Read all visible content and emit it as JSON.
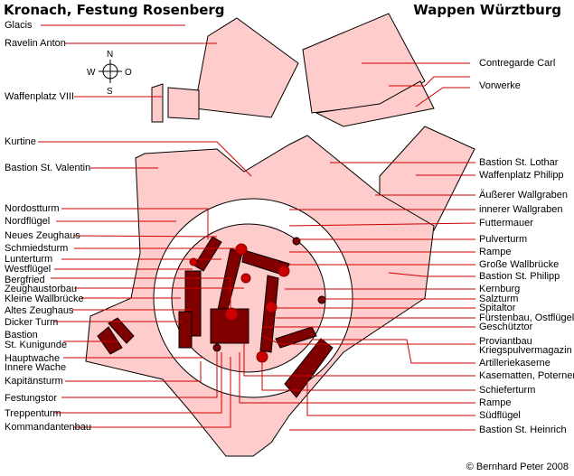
{
  "title_left": "Kronach, Festung Rosenberg",
  "title_right": "Wappen Würztburg",
  "copyright": "© Bernhard Peter 2008",
  "compass": {
    "n": "N",
    "s": "S",
    "w": "W",
    "o": "O"
  },
  "colors": {
    "fortification_fill": "#ffcccc",
    "fortification_outline": "#000000",
    "building": "#800000",
    "leader_line": "#cc0000",
    "marker": "#cc0000"
  },
  "left_labels": [
    "Glacis",
    "Ravelin Anton",
    "Waffenplatz VIII",
    "Kurtine",
    "Bastion St. Valentin",
    "Nordostturm",
    "Nordflügel",
    "Neues Zeughaus",
    "Schmiedsturm",
    "Lunterturm",
    "Westflügel",
    "Bergfried",
    "Zeughaustorbau",
    "Kleine Wallbrücke",
    "Altes Zeughaus",
    "Dicker Turm",
    "Bastion",
    "St. Kunigunde",
    "Hauptwache",
    "Innere Wache",
    "Kapitänsturm",
    "Festungstor",
    "Treppenturm",
    "Kommandantenbau"
  ],
  "right_labels": [
    "Contregarde Carl",
    "Vorwerke",
    "Bastion St. Lothar",
    "Waffenplatz Philipp",
    "Äußerer Wallgraben",
    "innerer Wallgraben",
    "Futtermauer",
    "Pulverturm",
    "Rampe",
    "Große Wallbrücke",
    "Bastion St. Philipp",
    "Kernburg",
    "Salzturm",
    "Spitaltor",
    "Fürstenbau, Ostflügel",
    "Geschütztor",
    "Proviantbau",
    "Kriegspulvermagazin",
    "Artilleriekaserne",
    "Kasematten, Poternen",
    "Schieferturm",
    "Rampe",
    "Südflügel",
    "Bastion St. Heinrich"
  ]
}
